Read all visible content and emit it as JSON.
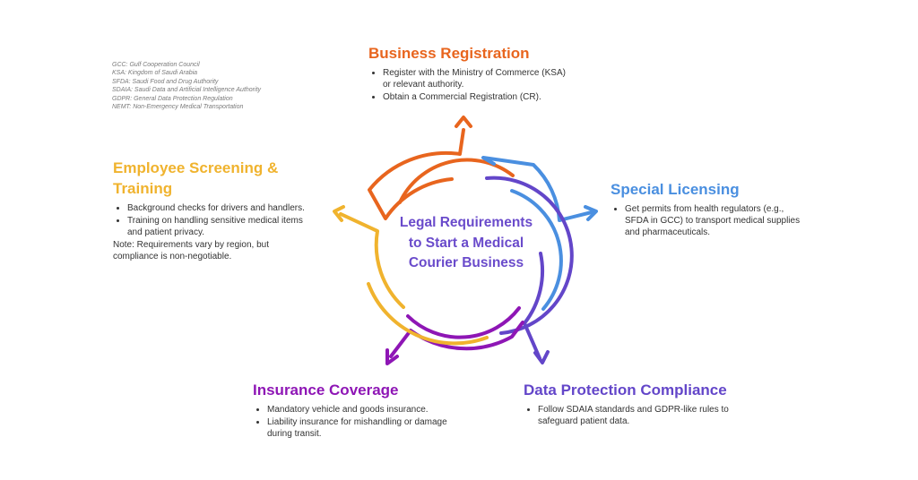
{
  "colors": {
    "orange": "#e8651e",
    "blue": "#4a8fe0",
    "indigo": "#6346c9",
    "purple": "#8e16b5",
    "yellow": "#f0b32e",
    "center": "#6a4bcb"
  },
  "abbreviations": [
    "GCC: Gulf Cooperation Council",
    "KSA: Kingdom of Saudi Arabia",
    "SFDA: Saudi Food and Drug Authority",
    "SDAIA: Saudi Data and Artificial Intelligence Authority",
    "GDPR: General Data Protection Regulation",
    "NEMT: Non-Emergency Medical Transportation"
  ],
  "center": {
    "title": "Legal Requirements to Start a Medical Courier Business"
  },
  "sections": {
    "business": {
      "title": "Business Registration",
      "bullets": [
        "Register with the Ministry of Commerce (KSA) or relevant authority.",
        "Obtain a Commercial Registration (CR)."
      ]
    },
    "licensing": {
      "title": "Special Licensing",
      "bullets": [
        "Get permits from health regulators (e.g., SFDA in GCC) to transport medical supplies and pharmaceuticals."
      ]
    },
    "data": {
      "title": "Data Protection Compliance",
      "bullets": [
        "Follow SDAIA standards and GDPR-like rules to safeguard patient data."
      ]
    },
    "insurance": {
      "title": "Insurance Coverage",
      "bullets": [
        "Mandatory vehicle and goods insurance.",
        "Liability insurance for mishandling or damage during transit."
      ]
    },
    "employee": {
      "title": "Employee Screening & Training",
      "bullets": [
        "Background checks for drivers and handlers.",
        "Training on handling sensitive medical items and patient privacy."
      ],
      "note": "Note: Requirements vary by region, but compliance is non-negotiable."
    }
  }
}
